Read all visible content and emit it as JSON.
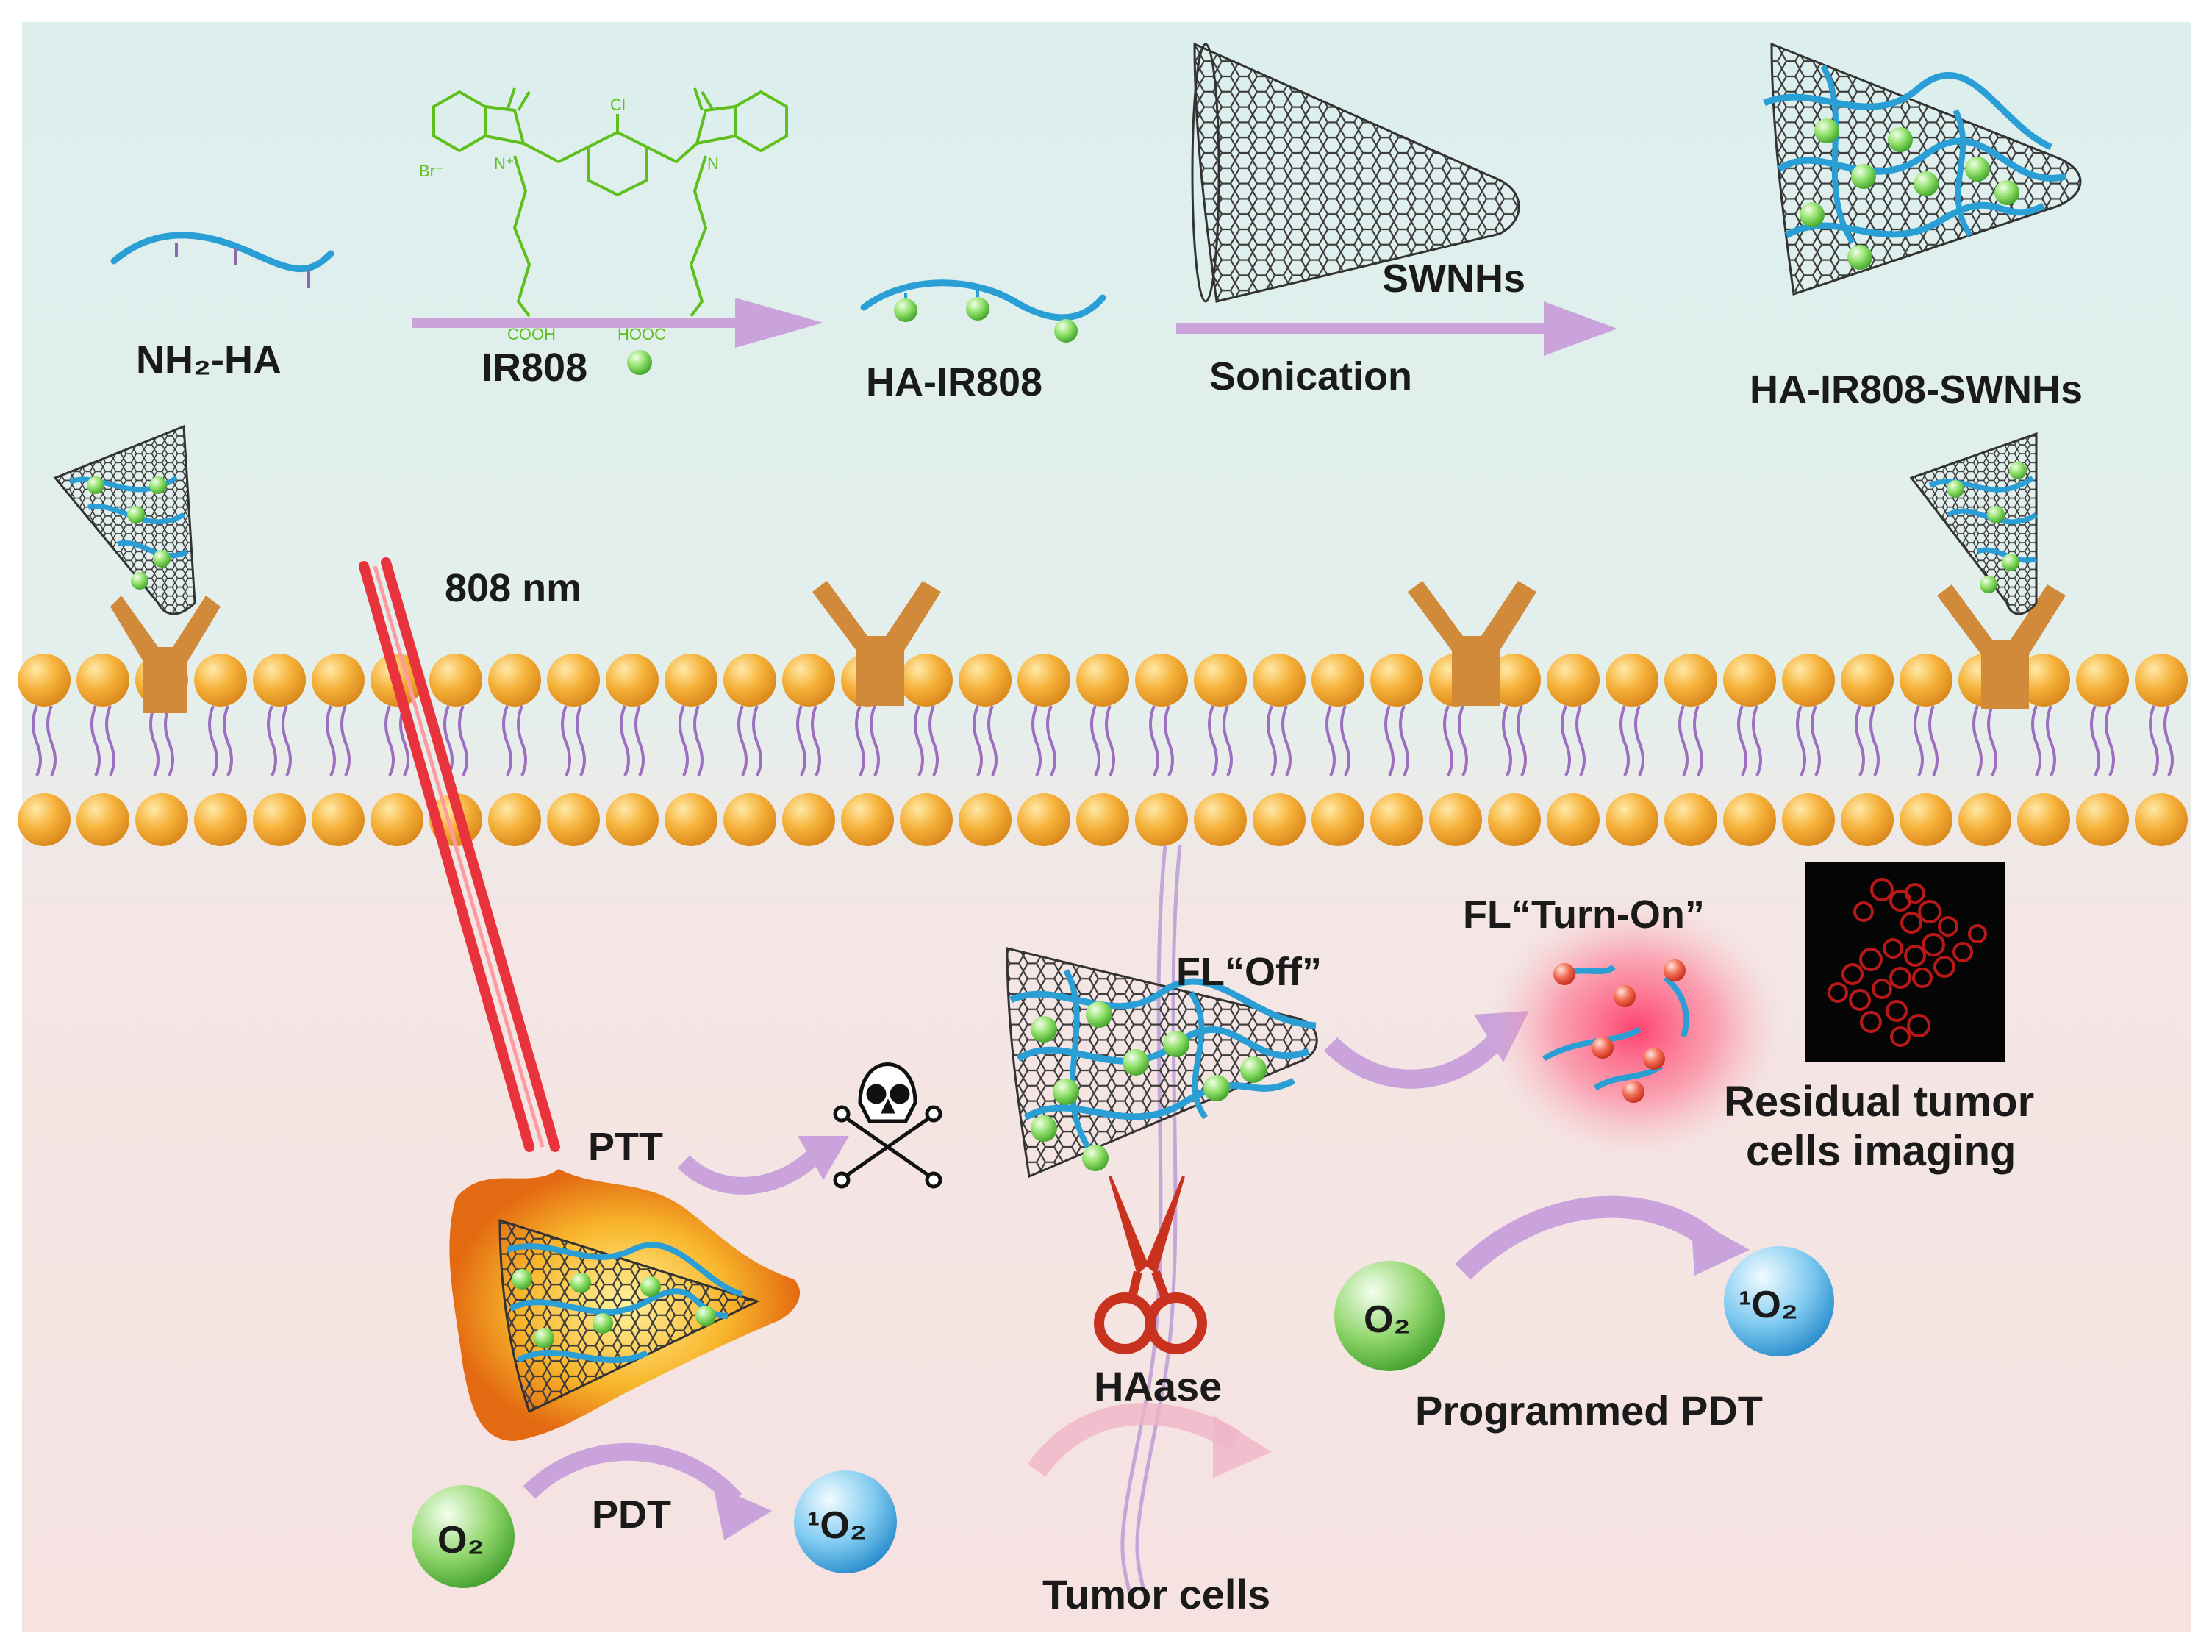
{
  "labels": {
    "nh2_ha": "NH₂-HA",
    "ir808": "IR808",
    "ha_ir808": "HA-IR808",
    "swnhs": "SWNHs",
    "sonication": "Sonication",
    "ha_ir808_swnhs": "HA-IR808-SWNHs",
    "laser": "808 nm",
    "fl_off": "FL“Off”",
    "fl_turn_on": "FL“Turn-On”",
    "residual": "Residual tumor",
    "residual2": "cells imaging",
    "ptt": "PTT",
    "haase": "HAase",
    "programmed_pdt": "Programmed PDT",
    "pdt": "PDT",
    "tumor_cells": "Tumor cells",
    "o2": "O₂",
    "singlet_o2": "¹O₂"
  },
  "chem": {
    "cl": "Cl",
    "br": "Br⁻",
    "n_plus": "N⁺",
    "n": "N",
    "cooh": "COOH",
    "hooc": "HOOC"
  },
  "colors": {
    "background_top": "#dff0ee",
    "background_bottom": "#f6e4e3",
    "polymer": "#2a9fd6",
    "dye": "#7ed957",
    "lipid_head": "#f4a21f",
    "lipid_tail": "#9c6fc0",
    "receptor": "#d08a3a",
    "laser": "#e8323c",
    "arrow": "#caa3dc",
    "singlet_oxygen": "#3fa3e0",
    "oxygen": "#5cbf3a",
    "red_dye": "#ef4a3a",
    "scissors": "#c8321e"
  },
  "icons": [
    "skull-crossbones-icon",
    "scissors-icon",
    "flame-icon"
  ]
}
